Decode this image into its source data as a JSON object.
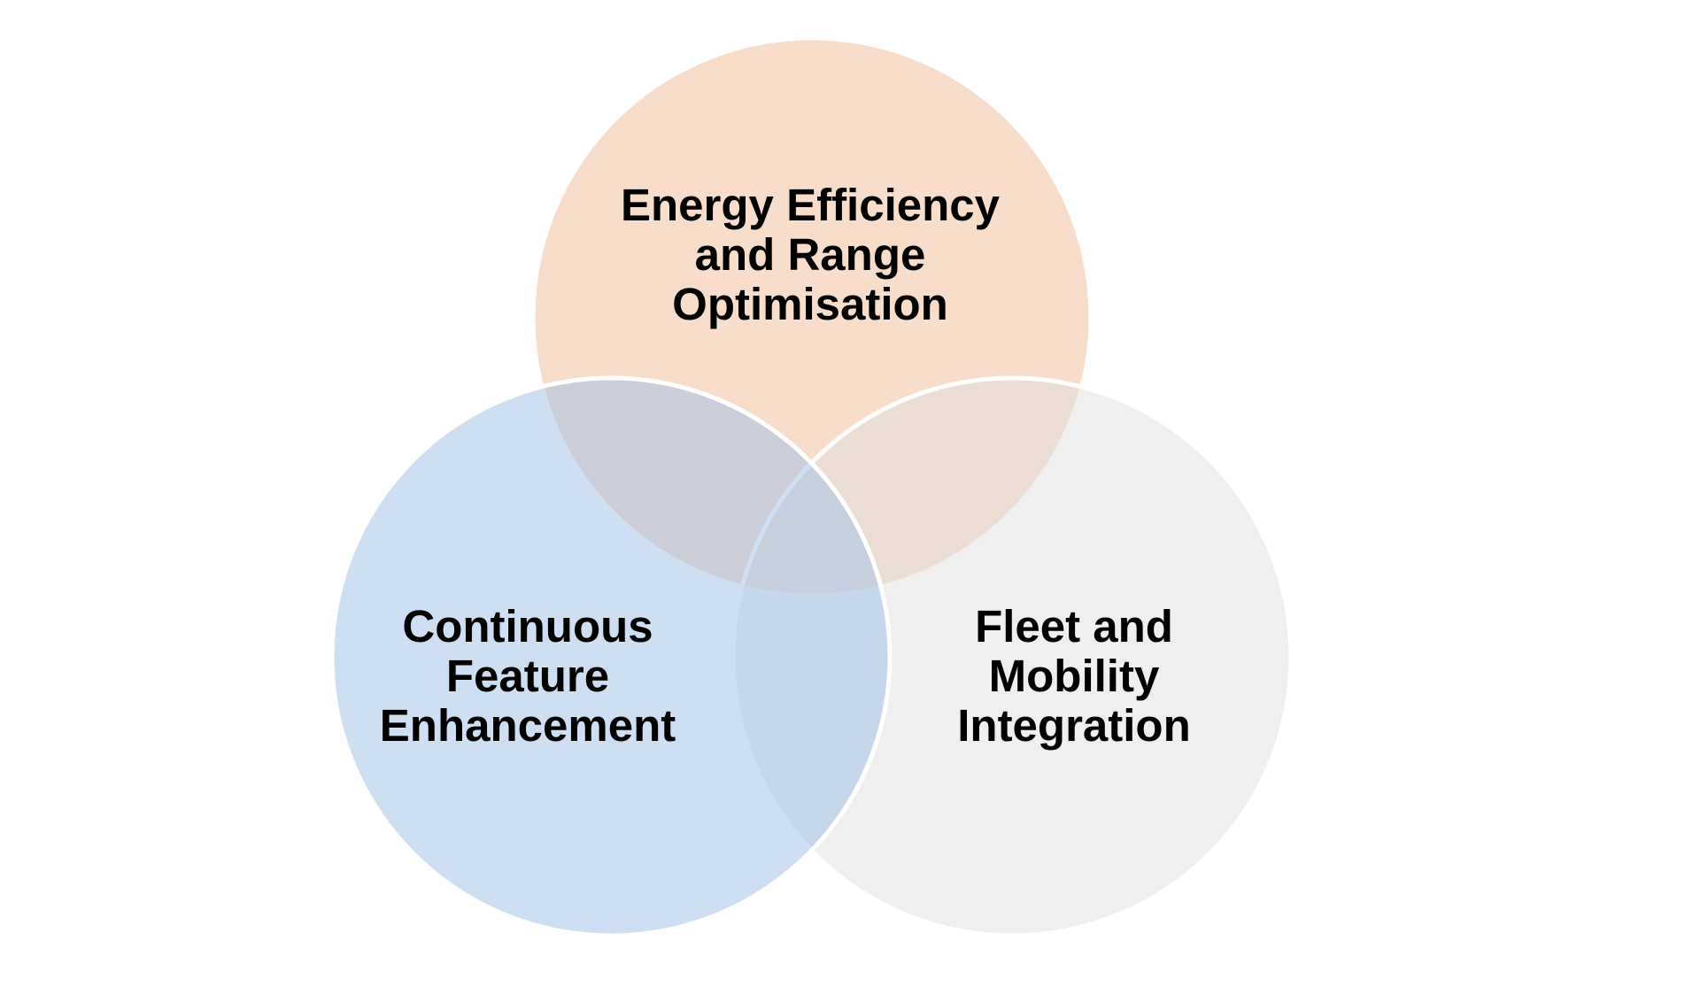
{
  "diagram": {
    "type": "venn",
    "background_color": "#FFFFFF",
    "circle_stroke_color": "#FFFFFF",
    "text_color": "#000000",
    "circles": [
      {
        "id": "energy",
        "position": "top",
        "label": "Energy Efficiency and Range Optimisation",
        "lines": [
          "Energy Efficiency",
          "and Range",
          "Optimisation"
        ],
        "fill": "#F1BB97",
        "rendered_tint_over_white": "#F8DDCB"
      },
      {
        "id": "fleet",
        "position": "bottom-right",
        "label": "Fleet and Mobility Integration",
        "lines": [
          "Fleet and",
          "Mobility",
          "Integration"
        ],
        "fill": "#DFDFDF",
        "rendered_tint_over_white": "#EFEFEF"
      },
      {
        "id": "feature",
        "position": "bottom-left",
        "label": "Continuous Feature Enhancement",
        "lines": [
          "Continuous",
          "Feature",
          "Enhancement"
        ],
        "fill": "#9DBFE7",
        "rendered_tint_over_white": "#CEDFF3"
      }
    ]
  }
}
